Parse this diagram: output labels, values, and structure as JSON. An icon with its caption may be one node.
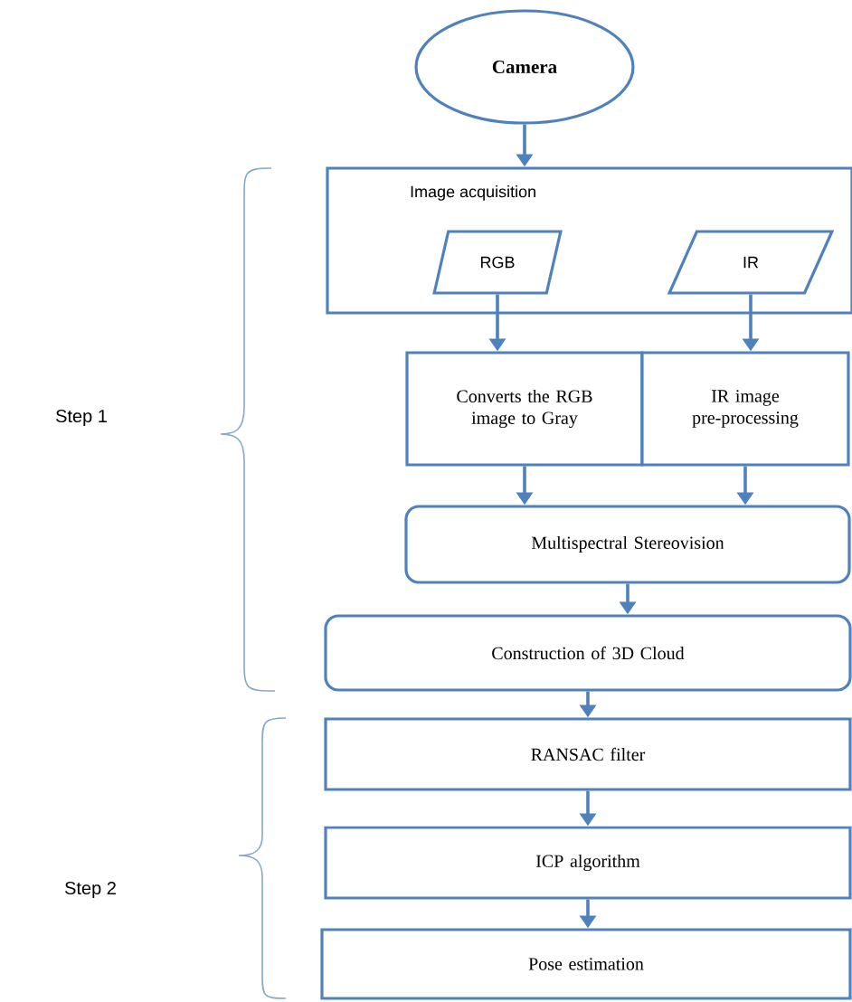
{
  "diagram": {
    "nodes": [
      {
        "text": [
          "Camera"
        ]
      },
      {
        "text": [
          "Image acquisition"
        ]
      },
      {
        "text": [
          "RGB"
        ],
        "in": 1
      },
      {
        "text": [
          "IR"
        ],
        "in": 1
      },
      {
        "text": [
          "Converts the RGB image to Gray"
        ]
      },
      {
        "text": [
          "IR image pre-processing"
        ]
      },
      {
        "text": [
          "Multispectral Stereovision"
        ]
      },
      {
        "text": [
          "Construction of 3D Cloud"
        ]
      },
      {
        "text": [
          "RANSAC filter"
        ]
      },
      {
        "text": [
          "ICP algorithm"
        ]
      },
      {
        "text": [
          "Pose estimation"
        ]
      }
    ],
    "edges": [
      {
        "from": 0,
        "to": 1,
        "arrow": "to"
      },
      {
        "from": 2,
        "to": 4,
        "arrow": "to"
      },
      {
        "from": 3,
        "to": 5,
        "arrow": "to"
      },
      {
        "from": 4,
        "to": 6,
        "arrow": "to"
      },
      {
        "from": 5,
        "to": 6,
        "arrow": "to"
      },
      {
        "from": 6,
        "to": 7,
        "arrow": "to"
      },
      {
        "from": 7,
        "to": 8,
        "arrow": "to"
      },
      {
        "from": 8,
        "to": 9,
        "arrow": "to"
      },
      {
        "from": 9,
        "to": 10,
        "arrow": "to"
      }
    ],
    "labels": [
      "Step 1",
      "Step 2"
    ]
  }
}
